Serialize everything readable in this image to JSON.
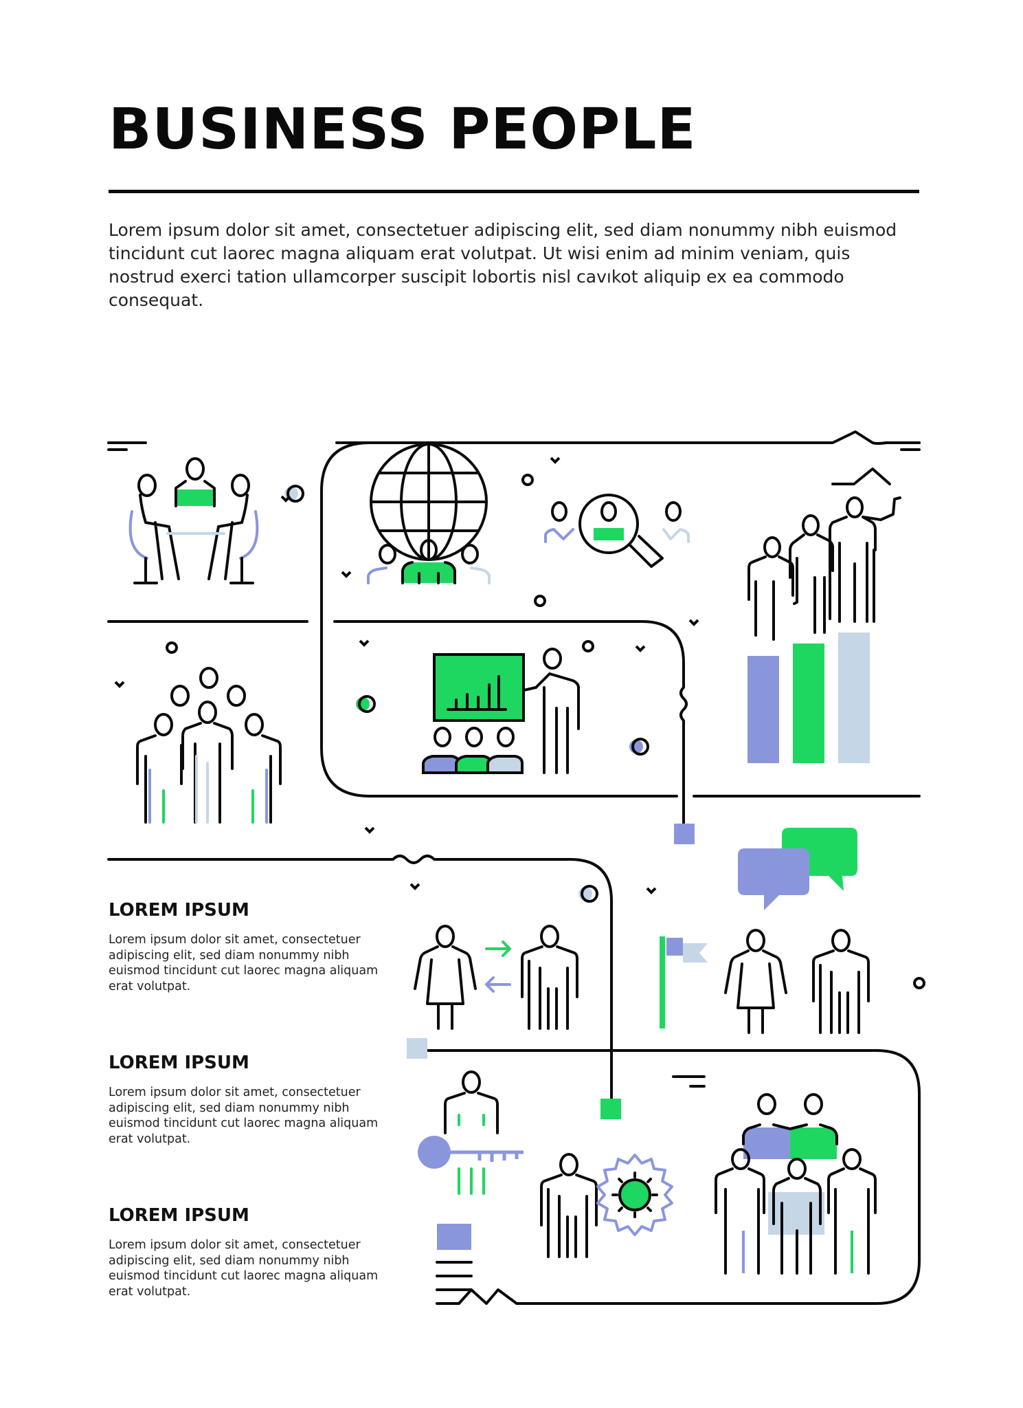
{
  "header": {
    "title": "BUSINESS PEOPLE",
    "intro": "Lorem ipsum dolor sit amet, consectetuer adipiscing elit, sed diam nonummy nibh euismod tincidunt cut laorec  magna aliquam erat volutpat. Ut wisi enim ad minim veniam, quis nostrud exerci tation ullamcorper suscipit lobortis nisl cavıkot aliquip ex ea commodo consequat."
  },
  "sections": [
    {
      "heading": "LOREM IPSUM",
      "body": "Lorem ipsum dolor sit amet, consectetuer adipiscing elit, sed diam nonummy nibh euismod tincidunt cut laorec  magna aliquam erat volutpat."
    },
    {
      "heading": "LOREM IPSUM",
      "body": "Lorem ipsum dolor sit amet, consectetuer adipiscing elit, sed diam nonummy nibh euismod tincidunt cut laorec  magna aliquam erat volutpat."
    },
    {
      "heading": "LOREM IPSUM",
      "body": "Lorem ipsum dolor sit amet, consectetuer adipiscing elit, sed diam nonummy nibh euismod tincidunt cut laorec  magna aliquam erat volutpat."
    }
  ],
  "colors": {
    "ink": "#0a0a0a",
    "green": "#1ed760",
    "purple": "#8a96dc",
    "lightblue": "#c5d6e6"
  },
  "icons": [
    "meeting-table-icon",
    "global-team-icon",
    "search-candidate-icon",
    "growth-podium-icon",
    "group-crowd-icon",
    "presentation-icon",
    "speech-bubbles-icon",
    "exchange-people-icon",
    "flag-team-icon",
    "key-person-icon",
    "gear-settings-icon",
    "team-group-icon"
  ]
}
